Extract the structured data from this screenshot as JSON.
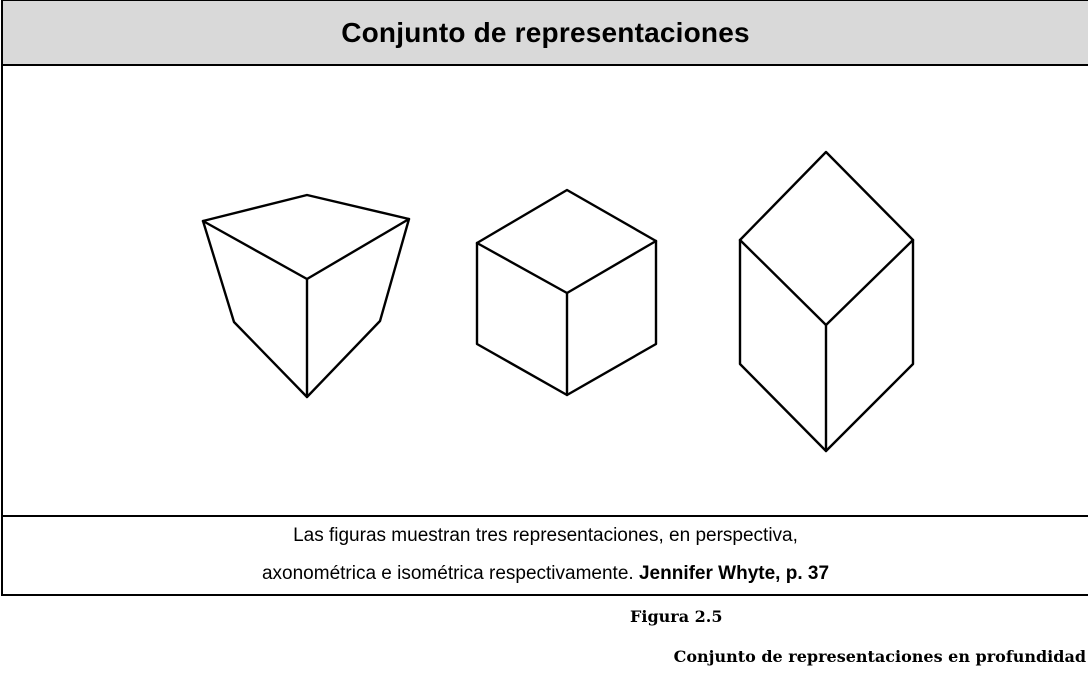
{
  "header": {
    "title": "Conjunto de representaciones"
  },
  "caption": {
    "line1": "Las figuras muestran tres representaciones, en perspectiva,",
    "line2_text": "axonométrica e isométrica respectivamente. ",
    "line2_bold": "Jennifer Whyte, p. 37"
  },
  "figure": {
    "number": "Figura 2.5",
    "subtitle": "Conjunto de representaciones en profundidad"
  },
  "drawings": [
    {
      "name": "perspective-cube-drawing"
    },
    {
      "name": "axonometric-cube-drawing"
    },
    {
      "name": "isometric-cube-drawing"
    }
  ],
  "colors": {
    "header_background": "#d9d9d9",
    "line": "#000000"
  }
}
